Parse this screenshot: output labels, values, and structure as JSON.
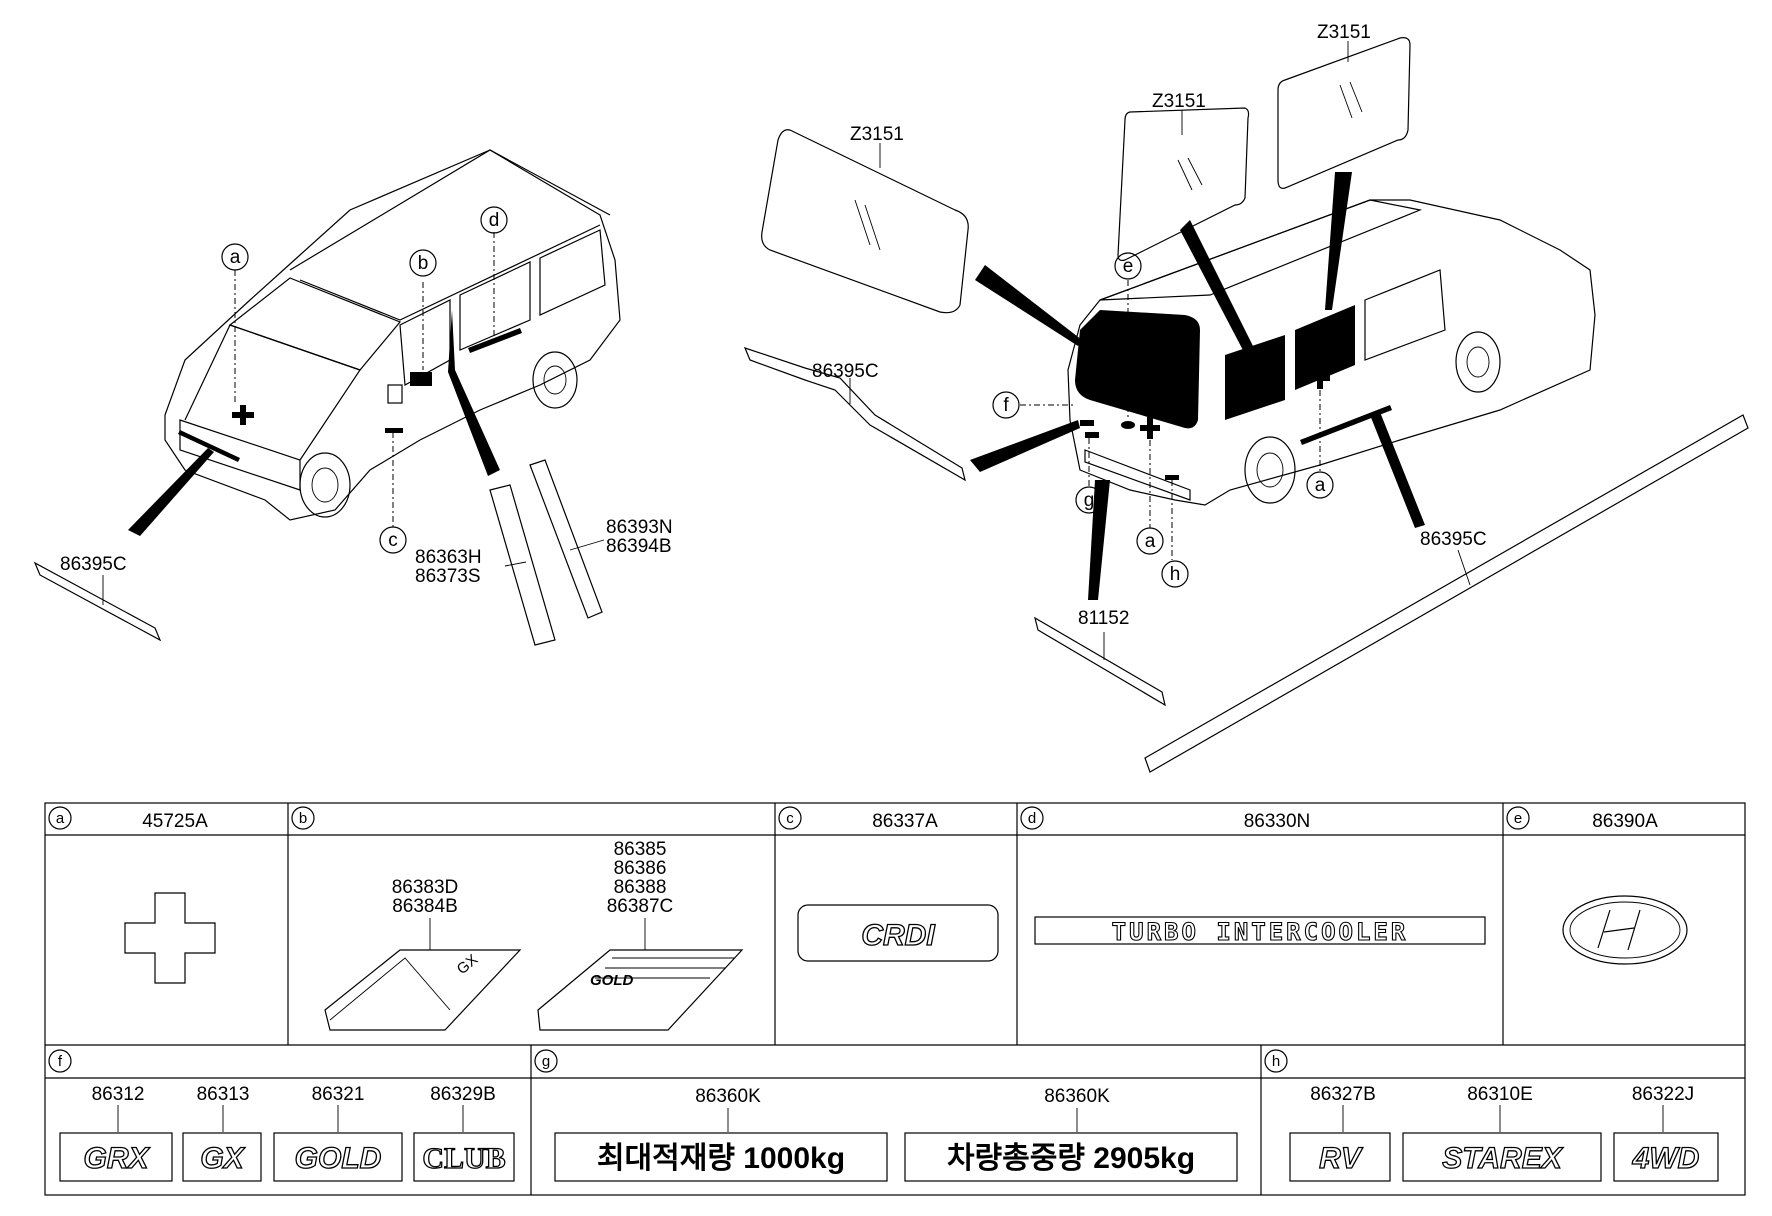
{
  "diagram": {
    "left_vehicle": {
      "callouts": [
        "a",
        "b",
        "c",
        "d"
      ],
      "part_labels": {
        "hood_stripe": "86395C",
        "pillar_left_top": "86363H",
        "pillar_left_bottom": "86373S",
        "pillar_right_top": "86393N",
        "pillar_right_bottom": "86394B"
      }
    },
    "right_vehicle": {
      "callouts": [
        "e",
        "f",
        "g",
        "a",
        "h",
        "a"
      ],
      "part_labels": {
        "windshield": "Z3151",
        "side_glass_mid": "Z3151",
        "side_glass_rear": "Z3151",
        "windshield_molding": "86395C",
        "side_molding": "86395C",
        "tail_stripe": "81152"
      }
    }
  },
  "table": {
    "row1": [
      {
        "letter": "a",
        "part": "45725A"
      },
      {
        "letter": "b",
        "part": "",
        "items": [
          {
            "parts": [
              "86383D",
              "86384B"
            ]
          },
          {
            "parts": [
              "86385",
              "86386",
              "86388",
              "86387C"
            ],
            "text": "GOLD"
          }
        ]
      },
      {
        "letter": "c",
        "part": "86337A",
        "emblem": "CRDI"
      },
      {
        "letter": "d",
        "part": "86330N",
        "emblem": "TURBO INTERCOOLER"
      },
      {
        "letter": "e",
        "part": "86390A"
      }
    ],
    "row2": [
      {
        "letter": "f",
        "items": [
          {
            "part": "86312",
            "emblem": "GRX"
          },
          {
            "part": "86313",
            "emblem": "GX"
          },
          {
            "part": "86321",
            "emblem": "GOLD"
          },
          {
            "part": "86329B",
            "emblem": "CLUB"
          }
        ]
      },
      {
        "letter": "g",
        "items": [
          {
            "part": "86360K",
            "text": "최대적재량 1000kg"
          },
          {
            "part": "86360K",
            "text": "차량총중량 2905kg"
          }
        ]
      },
      {
        "letter": "h",
        "items": [
          {
            "part": "86327B",
            "emblem": "RV"
          },
          {
            "part": "86310E",
            "emblem": "STAREX"
          },
          {
            "part": "86322J",
            "emblem": "4WD"
          }
        ]
      }
    ]
  }
}
